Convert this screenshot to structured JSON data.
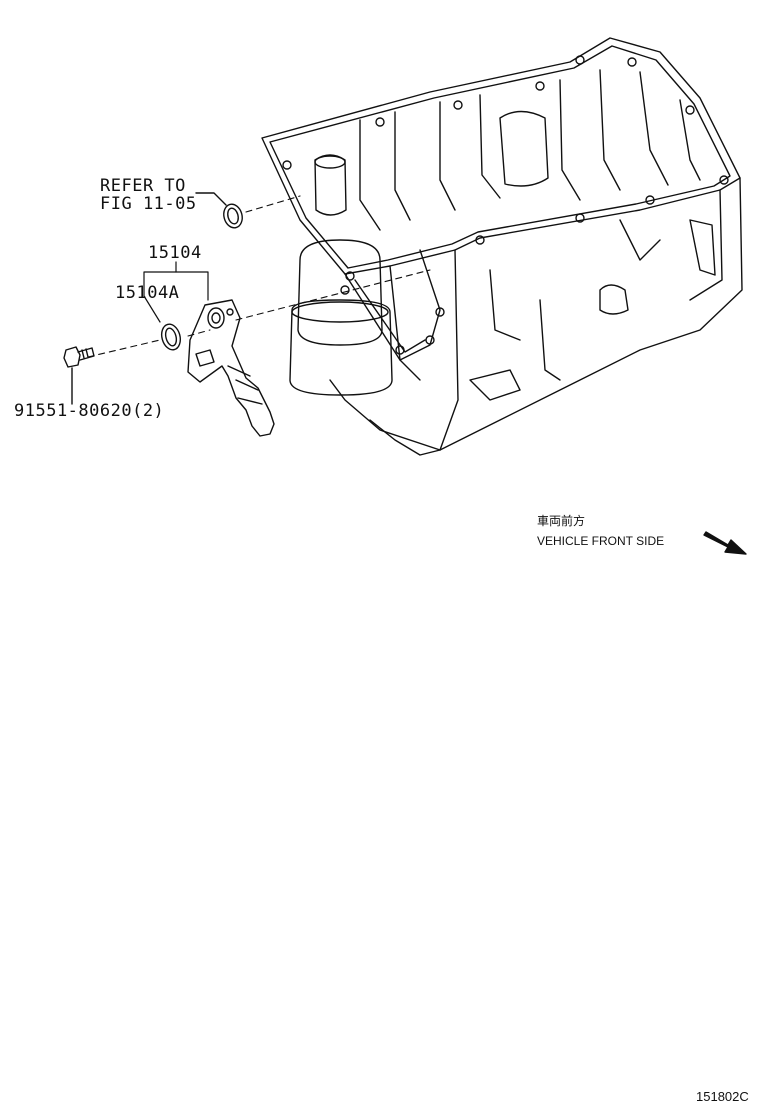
{
  "callouts": {
    "refer_line1": "REFER TO",
    "refer_line2": "FIG 11-05",
    "part_15104": "15104",
    "part_15104a": "15104A",
    "bolt": "91551-80620(2)"
  },
  "orientation": {
    "jp_label": "車両前方",
    "en_label": "VEHICLE FRONT SIDE",
    "arrow_icon": "front-arrow-icon"
  },
  "figure_id": "151802C",
  "colors": {
    "line": "#111111",
    "background": "#ffffff"
  }
}
